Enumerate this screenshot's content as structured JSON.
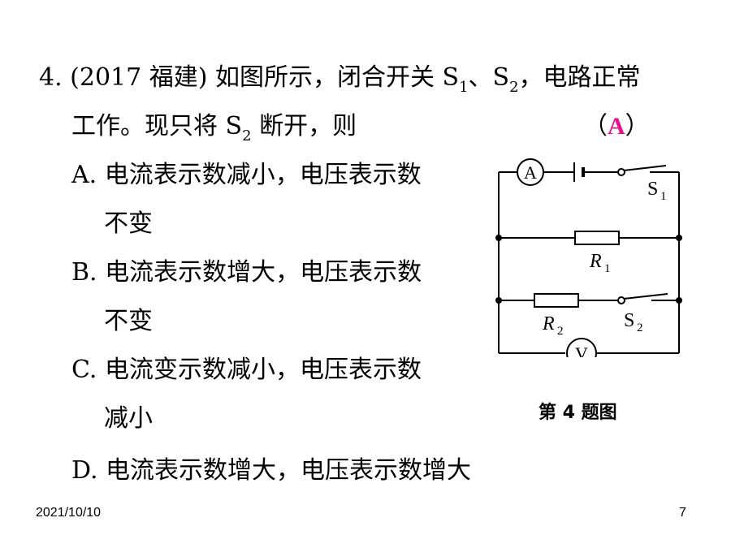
{
  "question": {
    "line1_prefix": "4. (2017 福建) 如图所示，闭合开关 S",
    "s1_sub": "1",
    "line1_sep": "、S",
    "s2_sub": "2",
    "line1_suffix": "，电路正常",
    "line2_prefix": "工作。现只将 S",
    "line2_sub": "2",
    "line2_suffix": " 断开，则",
    "paren_open": "（",
    "answer": "A",
    "paren_close": "）"
  },
  "options": [
    {
      "line1": "A. 电流表示数减小，电压表示数",
      "line2": "不变"
    },
    {
      "line1": "B. 电流表示数增大，电压表示数",
      "line2": "不变"
    },
    {
      "line1": "C. 电流变示数减小，电压表示数",
      "line2": "减小"
    },
    {
      "line1": "D. 电流表示数增大，电压表示数增大"
    }
  ],
  "circuit": {
    "ammeter": "A",
    "voltmeter": "V",
    "s1_label": "S",
    "s1_sub": "1",
    "s2_label": "S",
    "s2_sub": "2",
    "r1_label": "R",
    "r1_sub": "1",
    "r2_label": "R",
    "r2_sub": "2"
  },
  "caption": "第 4 题图",
  "footer": {
    "date": "2021/10/10",
    "page": "7"
  }
}
